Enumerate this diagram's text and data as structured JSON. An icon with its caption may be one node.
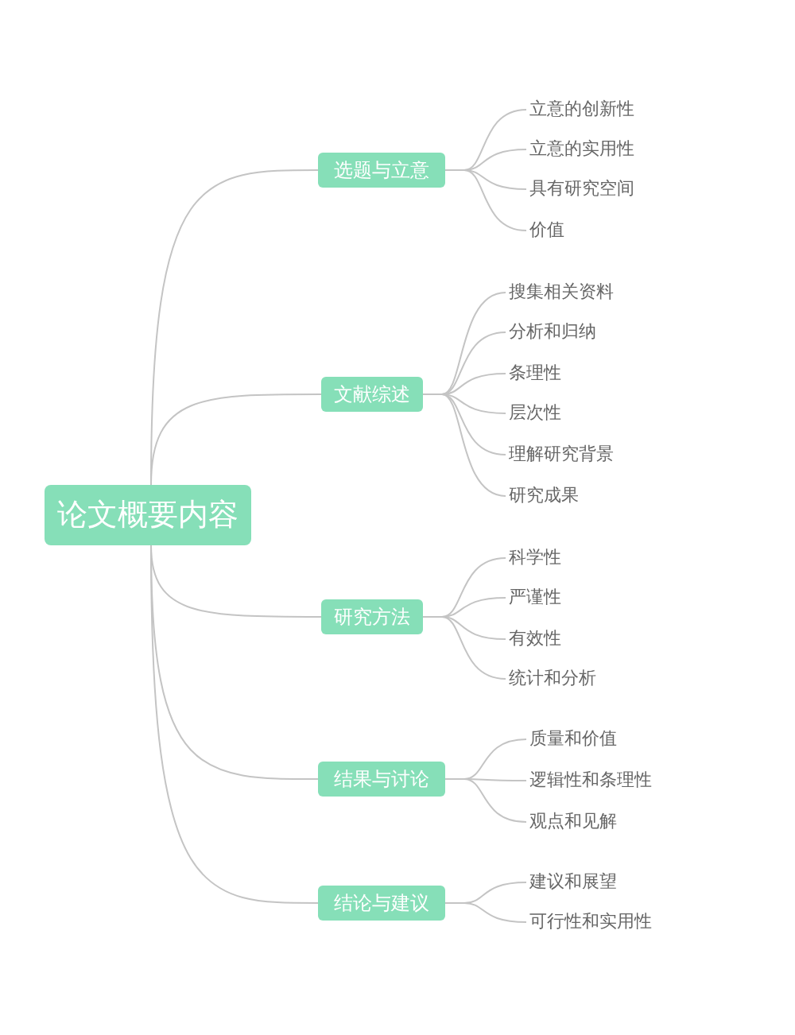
{
  "diagram": {
    "nodes": [
      {
        "text": [
          "论文概要内容"
        ]
      },
      {
        "text": [
          "选题与立意"
        ]
      },
      {
        "text": [
          "立意的创新性"
        ]
      },
      {
        "text": [
          "立意的实用性"
        ]
      },
      {
        "text": [
          "具有研究空间"
        ]
      },
      {
        "text": [
          "价值"
        ]
      },
      {
        "text": [
          "文献综述"
        ]
      },
      {
        "text": [
          "搜集相关资料"
        ]
      },
      {
        "text": [
          "分析和归纳"
        ]
      },
      {
        "text": [
          "条理性"
        ]
      },
      {
        "text": [
          "层次性"
        ]
      },
      {
        "text": [
          "理解研究背景"
        ]
      },
      {
        "text": [
          "研究成果"
        ]
      },
      {
        "text": [
          "研究方法"
        ]
      },
      {
        "text": [
          "科学性"
        ]
      },
      {
        "text": [
          "严谨性"
        ]
      },
      {
        "text": [
          "有效性"
        ]
      },
      {
        "text": [
          "统计和分析"
        ]
      },
      {
        "text": [
          "结果与讨论"
        ]
      },
      {
        "text": [
          "质量和价值"
        ]
      },
      {
        "text": [
          "逻辑性和条理性"
        ]
      },
      {
        "text": [
          "观点和见解"
        ]
      },
      {
        "text": [
          "结论与建议"
        ]
      },
      {
        "text": [
          "建议和展望"
        ]
      },
      {
        "text": [
          "可行性和实用性"
        ]
      }
    ],
    "edges": [
      {
        "from": 0,
        "to": 1,
        "arrow": "none"
      },
      {
        "from": 1,
        "to": 2,
        "arrow": "none"
      },
      {
        "from": 1,
        "to": 3,
        "arrow": "none"
      },
      {
        "from": 1,
        "to": 4,
        "arrow": "none"
      },
      {
        "from": 1,
        "to": 5,
        "arrow": "none"
      },
      {
        "from": 0,
        "to": 6,
        "arrow": "none"
      },
      {
        "from": 6,
        "to": 7,
        "arrow": "none"
      },
      {
        "from": 6,
        "to": 8,
        "arrow": "none"
      },
      {
        "from": 6,
        "to": 9,
        "arrow": "none"
      },
      {
        "from": 6,
        "to": 10,
        "arrow": "none"
      },
      {
        "from": 6,
        "to": 11,
        "arrow": "none"
      },
      {
        "from": 6,
        "to": 12,
        "arrow": "none"
      },
      {
        "from": 0,
        "to": 13,
        "arrow": "none"
      },
      {
        "from": 13,
        "to": 14,
        "arrow": "none"
      },
      {
        "from": 13,
        "to": 15,
        "arrow": "none"
      },
      {
        "from": 13,
        "to": 16,
        "arrow": "none"
      },
      {
        "from": 13,
        "to": 17,
        "arrow": "none"
      },
      {
        "from": 0,
        "to": 18,
        "arrow": "none"
      },
      {
        "from": 18,
        "to": 19,
        "arrow": "none"
      },
      {
        "from": 18,
        "to": 20,
        "arrow": "none"
      },
      {
        "from": 18,
        "to": 21,
        "arrow": "none"
      },
      {
        "from": 0,
        "to": 22,
        "arrow": "none"
      },
      {
        "from": 22,
        "to": 23,
        "arrow": "none"
      },
      {
        "from": 22,
        "to": 24,
        "arrow": "none"
      }
    ]
  }
}
